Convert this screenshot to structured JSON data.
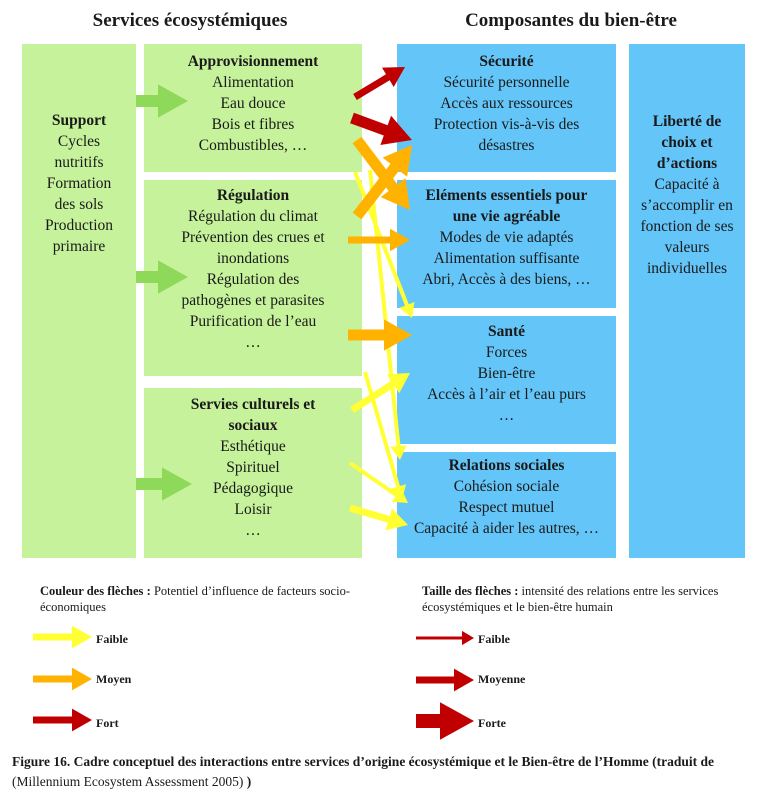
{
  "headers": {
    "left": "Services écosystémiques",
    "right": "Composantes du bien-être"
  },
  "support": {
    "title": "Support",
    "lines": [
      "Cycles",
      "nutritifs",
      "Formation",
      "des sols",
      "Production",
      "primaire"
    ]
  },
  "services": [
    {
      "title": "Approvisionnement",
      "lines": [
        "Alimentation",
        "Eau douce",
        "Bois et fibres",
        "Combustibles, …"
      ]
    },
    {
      "title": "Régulation",
      "lines": [
        "Régulation du climat",
        "Prévention des crues et",
        "inondations",
        "Régulation des",
        "pathogènes et parasites",
        "Purification de l’eau",
        "…"
      ]
    },
    {
      "title_lines": [
        "Servies culturels et",
        "sociaux"
      ],
      "lines": [
        "Esthétique",
        "Spirituel",
        "Pédagogique",
        "Loisir",
        "…"
      ]
    }
  ],
  "wellbeing": [
    {
      "title": "Sécurité",
      "lines": [
        "Sécurité personnelle",
        "Accès aux ressources",
        "Protection vis-à-vis des",
        "désastres"
      ]
    },
    {
      "title_lines": [
        "Eléments essentiels pour",
        "une vie agréable"
      ],
      "lines": [
        "Modes de vie adaptés",
        "Alimentation suffisante",
        "Abri, Accès à des biens, …"
      ]
    },
    {
      "title": "Santé",
      "lines": [
        "Forces",
        "Bien-être",
        "Accès à l’air et l’eau purs",
        "…"
      ]
    },
    {
      "title": "Relations sociales",
      "lines": [
        "Cohésion sociale",
        "Respect mutuel",
        "Capacité à aider les autres, …"
      ]
    }
  ],
  "freedom": {
    "title_lines": [
      "Liberté de",
      "choix et",
      "d’actions"
    ],
    "lines": [
      "Capacité à",
      "s’accomplir en",
      "fonction de ses",
      "valeurs",
      "individuelles"
    ]
  },
  "legend": {
    "color": {
      "title_bold": "Couleur des flèches :",
      "title_rest": " Potentiel d’influence de facteurs socio-économiques",
      "items": [
        "Faible",
        "Moyen",
        "Fort"
      ]
    },
    "size": {
      "title_bold": "Taille des flèches :",
      "title_rest": " intensité des relations entre les services écosystémiques et le bien-être humain",
      "items": [
        "Faible",
        "Moyenne",
        "Forte"
      ]
    }
  },
  "caption": {
    "main": "Figure 16. Cadre conceptuel des interactions entre services d’origine écosystémique et le Bien-être de l’Homme (traduit de",
    "ref": " (Millennium Ecosystem Assessment 2005)",
    "close": " )"
  },
  "colors": {
    "green_box": "#c5f29a",
    "blue_box": "#63c5f8",
    "support_arrow": "#8fd95a",
    "low": "#ffff33",
    "medium": "#ffb300",
    "high": "#c00000"
  }
}
